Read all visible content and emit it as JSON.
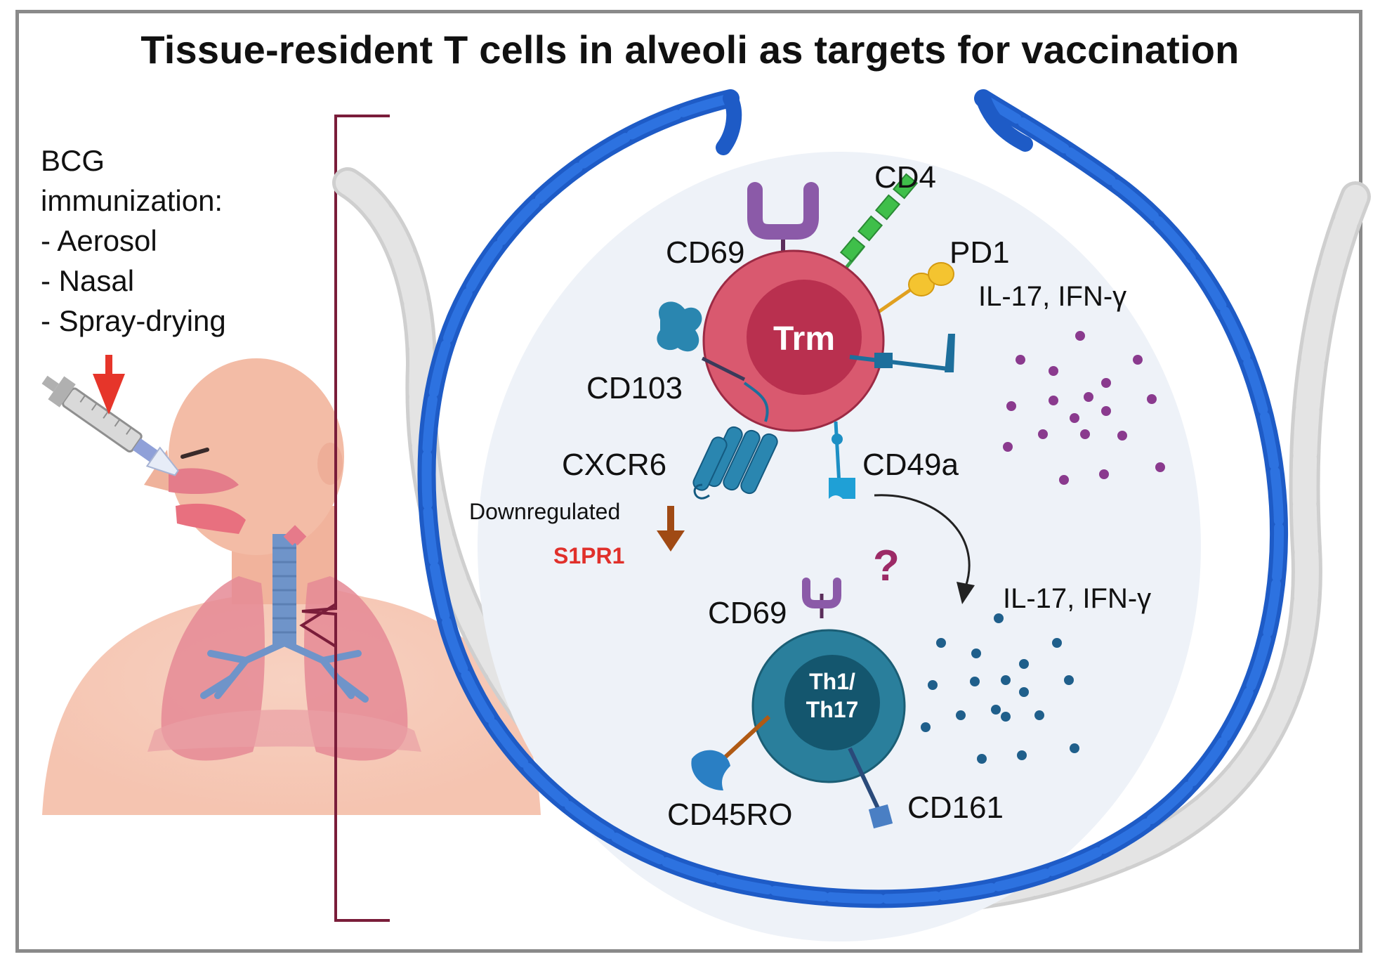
{
  "title": "Tissue-resident T cells in alveoli as targets for vaccination",
  "bcg": {
    "heading1": "BCG",
    "heading2": "immunization:",
    "routes": [
      "- Aerosol",
      "- Nasal",
      "- Spray-drying"
    ]
  },
  "trm_cell": {
    "name": "Trm",
    "markers": {
      "cd4": "CD4",
      "cd69": "CD69",
      "pd1": "PD1",
      "cd103": "CD103",
      "cxcr6": "CXCR6",
      "cd49a": "CD49a"
    },
    "cytokines": "IL-17, IFN-γ",
    "downregulated_label": "Downregulated",
    "downregulated_gene": "S1PR1"
  },
  "th_cell": {
    "name_line1": "Th1/",
    "name_line2": "Th17",
    "markers": {
      "cd69": "CD69",
      "cd45ro": "CD45RO",
      "cd161": "CD161"
    },
    "cytokines": "IL-17, IFN-γ"
  },
  "question_mark": "?",
  "colors": {
    "trm_outer": "#d9596f",
    "trm_inner": "#b9304f",
    "th_outer": "#2a7f9c",
    "th_inner": "#14566e",
    "alveolus_wall": "#1e5bc6",
    "alveolus_fill": "#eef2f8",
    "bracket": "#7a1d3a",
    "s1pr1": "#e0302b",
    "down_arrow": "#a04a14",
    "question": "#9c2a66",
    "cytokine_trm": "#8a3a8e",
    "cytokine_th": "#1f5f8b"
  }
}
